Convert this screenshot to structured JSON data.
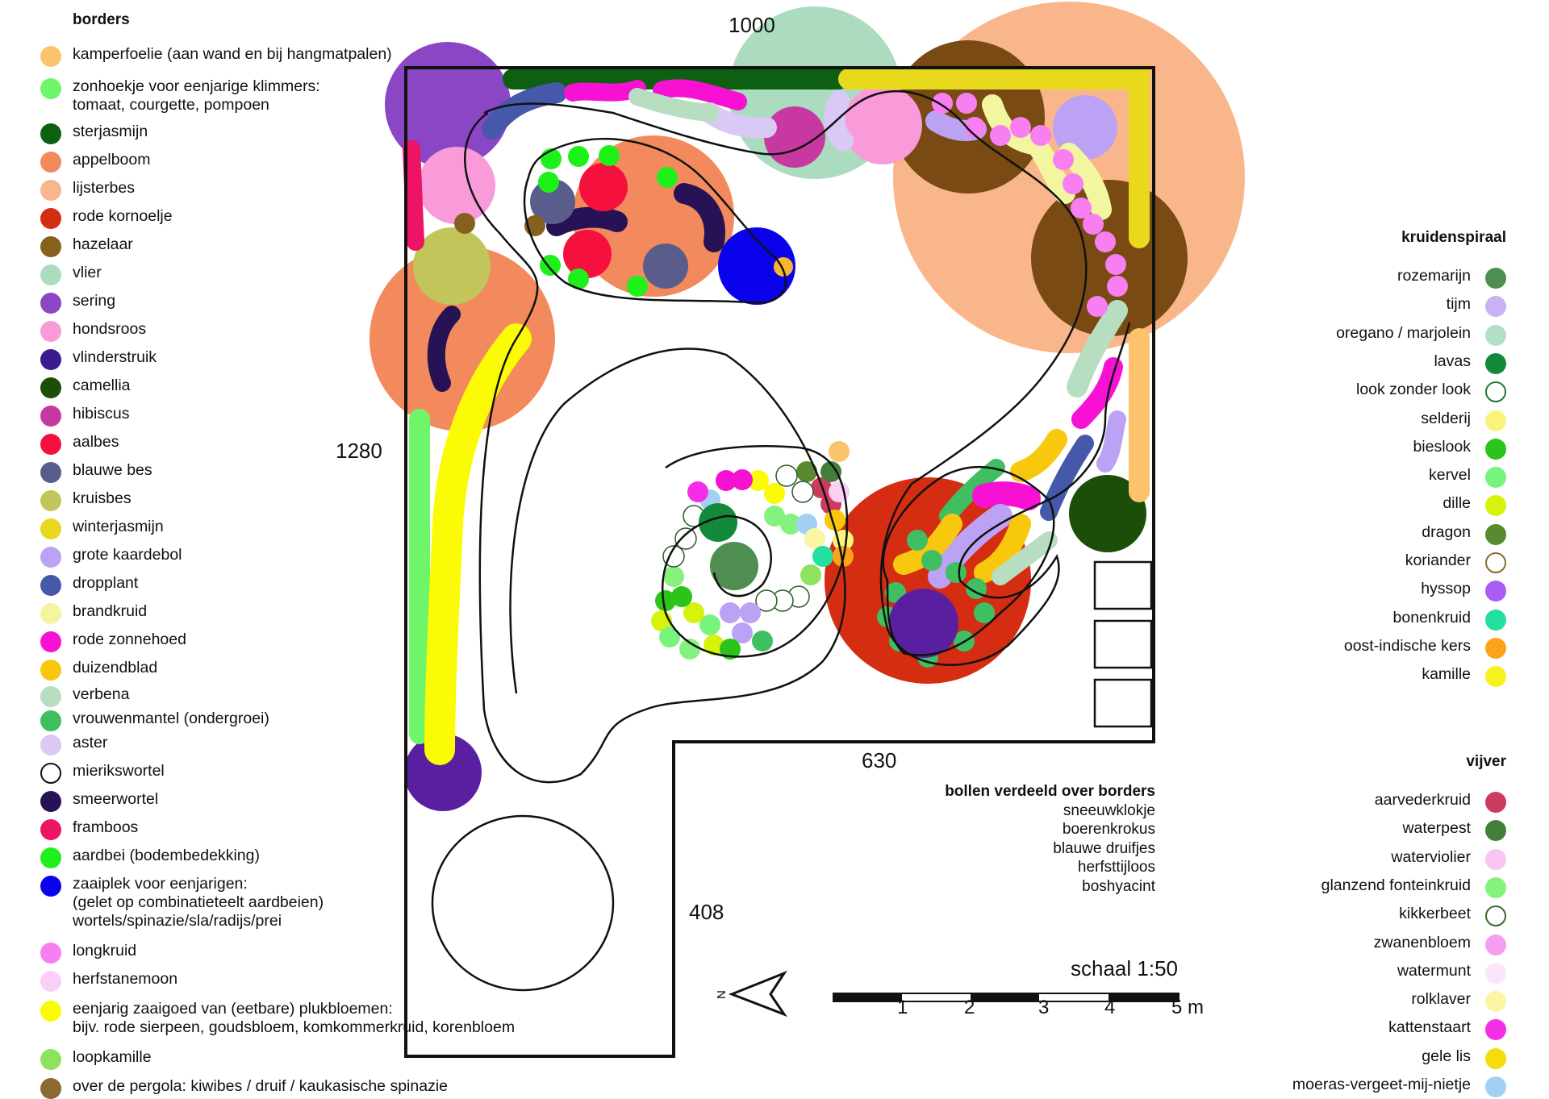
{
  "colors": {
    "kamperfoelie": "#fbc46c",
    "zonhoekje": "#6ef56a",
    "sterjasmijn": "#0d6012",
    "appelboom": "#f28a5d",
    "lijsterbes": "#f9b68a",
    "rode_kornoelje": "#d42d12",
    "hazelaar": "#86611e",
    "vlier": "#abdcbf",
    "sering": "#8b46c6",
    "hondsroos": "#f99ad9",
    "vlinderstruik": "#3b1b8f",
    "camellia": "#1b4e08",
    "hibiscus": "#c838a1",
    "aalbes": "#f5103e",
    "blauwe_bes": "#5a5c8c",
    "kruisbes": "#c2c65a",
    "winterjasmijn": "#e9d91d",
    "grote_kaardebol": "#bba2f4",
    "dropplant": "#4658aa",
    "brandkruid": "#f2f6a0",
    "rode_zonnehoed": "#f611d3",
    "duizendblad": "#f7c80d",
    "verbena": "#b8dec2",
    "vrouwenmantel": "#3fbf62",
    "aster": "#dac8f5",
    "smeerwortel": "#261255",
    "framboos": "#ed1465",
    "aardbei": "#1ef01a",
    "zaaiplek": "#0b02ec",
    "longkruid": "#f77ff1",
    "herfstanemoon": "#fbd0f6",
    "plukbloemen": "#fafb05",
    "loopkamille": "#8de360",
    "pergola": "#8a6a30",
    "outline": "#111111"
  },
  "borders": {
    "title": "borders",
    "items": [
      {
        "label": "kamperfoelie (aan wand en bij hangmatpalen)",
        "color": "#fbc46c"
      },
      {
        "label": "zonhoekje voor eenjarige klimmers:\ntomaat, courgette, pompoen",
        "color": "#6ef56a"
      },
      {
        "label": "sterjasmijn",
        "color": "#0d6012"
      },
      {
        "label": "appelboom",
        "color": "#f28a5d"
      },
      {
        "label": "lijsterbes",
        "color": "#f9b68a"
      },
      {
        "label": "rode kornoelje",
        "color": "#d42d12"
      },
      {
        "label": "hazelaar",
        "color": "#86611e"
      },
      {
        "label": "vlier",
        "color": "#abdcbf"
      },
      {
        "label": "sering",
        "color": "#8b46c6"
      },
      {
        "label": "hondsroos",
        "color": "#f99ad9"
      },
      {
        "label": "vlinderstruik",
        "color": "#3b1b8f"
      },
      {
        "label": "camellia",
        "color": "#1b4e08"
      },
      {
        "label": "hibiscus",
        "color": "#c838a1"
      },
      {
        "label": "aalbes",
        "color": "#f5103e"
      },
      {
        "label": "blauwe bes",
        "color": "#5a5c8c"
      },
      {
        "label": "kruisbes",
        "color": "#c2c65a"
      },
      {
        "label": "winterjasmijn",
        "color": "#e9d91d"
      },
      {
        "label": "grote kaardebol",
        "color": "#bba2f4"
      },
      {
        "label": "dropplant",
        "color": "#4658aa"
      },
      {
        "label": "brandkruid",
        "color": "#f2f6a0"
      },
      {
        "label": "rode zonnehoed",
        "color": "#f611d3"
      },
      {
        "label": "duizendblad",
        "color": "#f7c80d"
      },
      {
        "label": "verbena",
        "color": "#b8dec2"
      },
      {
        "label": "vrouwenmantel (ondergroei)",
        "color": "#3fbf62"
      },
      {
        "label": "aster",
        "color": "#dac8f5"
      },
      {
        "label": "mierikswortel",
        "color": "#ffffff",
        "ring": true
      },
      {
        "label": "smeerwortel",
        "color": "#261255"
      },
      {
        "label": "framboos",
        "color": "#ed1465"
      },
      {
        "label": "aardbei (bodembedekking)",
        "color": "#1ef01a"
      },
      {
        "label": "zaaiplek voor eenjarigen:\n(gelet op combinatieteelt aardbeien)\nwortels/spinazie/sla/radijs/prei",
        "color": "#0b02ec"
      },
      {
        "label": "longkruid",
        "color": "#f77ff1"
      },
      {
        "label": "herfstanemoon",
        "color": "#fbd0f6"
      },
      {
        "label": "eenjarig zaaigoed van (eetbare) plukbloemen:\nbijv. rode sierpeen, goudsbloem, komkommerkruid, korenbloem",
        "color": "#fafb05"
      },
      {
        "label": "loopkamille",
        "color": "#8de360"
      },
      {
        "label": "over de pergola: kiwibes / druif / kaukasische spinazie",
        "color": "#8a6a30"
      }
    ]
  },
  "kruidenspiraal": {
    "title": "kruidenspiraal",
    "items": [
      {
        "label": "rozemarijn",
        "color": "#4e8e50"
      },
      {
        "label": "tijm",
        "color": "#c8b3f3"
      },
      {
        "label": "oregano / marjolein",
        "color": "#b1dfc7"
      },
      {
        "label": "lavas",
        "color": "#138a3a"
      },
      {
        "label": "look zonder look",
        "color": "#ffffff",
        "ring_color": "#1c7a3a",
        "ring": true
      },
      {
        "label": "selderij",
        "color": "#fbf47c"
      },
      {
        "label": "bieslook",
        "color": "#2bc41a"
      },
      {
        "label": "kervel",
        "color": "#77f47c"
      },
      {
        "label": "dille",
        "color": "#d6f20d"
      },
      {
        "label": "dragon",
        "color": "#5a8a30"
      },
      {
        "label": "koriander",
        "color": "#ffffff",
        "ring_color": "#8a6a30",
        "ring": true
      },
      {
        "label": "hyssop",
        "color": "#a95cf2"
      },
      {
        "label": "bonenkruid",
        "color": "#24e0a0"
      },
      {
        "label": "oost-indische kers",
        "color": "#fba41a"
      },
      {
        "label": "kamille",
        "color": "#f7f21e"
      }
    ]
  },
  "vijver": {
    "title": "vijver",
    "items": [
      {
        "label": "aarvederkruid",
        "color": "#cc3b5e"
      },
      {
        "label": "waterpest",
        "color": "#437f3b"
      },
      {
        "label": "waterviolier",
        "color": "#f7c7f2"
      },
      {
        "label": "glanzend fonteinkruid",
        "color": "#86f27e"
      },
      {
        "label": "kikkerbeet",
        "color": "#ffffff",
        "ring_color": "#3a6a2a",
        "ring": true
      },
      {
        "label": "zwanenbloem",
        "color": "#f69ef0"
      },
      {
        "label": "watermunt",
        "color": "#fbe6f9"
      },
      {
        "label": "rolklaver",
        "color": "#fbf5a6"
      },
      {
        "label": "kattenstaart",
        "color": "#f52de6"
      },
      {
        "label": "gele lis",
        "color": "#f5dc0a"
      },
      {
        "label": "moeras-vergeet-mij-nietje",
        "color": "#a2d0f5"
      }
    ]
  },
  "dimensions": {
    "top": "1000",
    "left": "1280",
    "inner_bottom": "630",
    "inner_left": "408"
  },
  "bulbs": {
    "title": "bollen verdeeld over borders",
    "items": [
      "sneeuwklokje",
      "boerenkrokus",
      "blauwe druifjes",
      "herfsttijloos",
      "boshyacint"
    ]
  },
  "scale": {
    "title": "schaal 1:50",
    "ticks": [
      "1",
      "2",
      "3",
      "4",
      "5 m"
    ]
  },
  "compass": "N"
}
